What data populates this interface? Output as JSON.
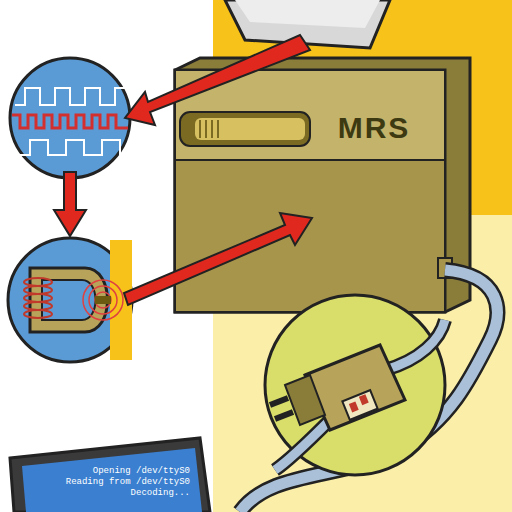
{
  "diagram": {
    "nodes": [
      {
        "text": [
          "MRS"
        ]
      },
      {
        "text": [
          "Opening /dev/ttyS0",
          "Reading from /dev/ttyS0",
          "Decoding..."
        ]
      }
    ]
  }
}
